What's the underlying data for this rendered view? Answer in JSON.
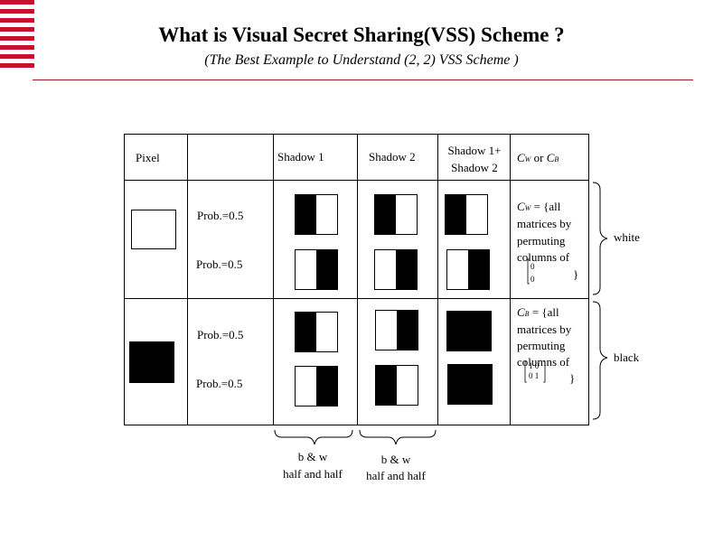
{
  "slide": {
    "title": "What is Visual Secret Sharing(VSS) Scheme ?",
    "subtitle": "(The Best Example to Understand (2, 2) VSS Scheme )",
    "accent_color": "#c8102e"
  },
  "table": {
    "headers": {
      "pixel": "Pixel",
      "shadow1": "Shadow 1",
      "shadow2": "Shadow 2",
      "sum_line1": "Shadow 1+",
      "sum_line2": "Shadow 2",
      "cw_c": "C",
      "cw_sub": "W",
      "or": " or ",
      "cb_c": "C",
      "cb_sub": "B"
    },
    "prob_labels": [
      "Prob.=0.5",
      "Prob.=0.5",
      "Prob.=0.5",
      "Prob.=0.5"
    ],
    "white_set": {
      "c": "C",
      "sub": "W",
      "lines": [
        " = {all",
        "matrices by",
        "permuting",
        "columns of"
      ],
      "matrix": [
        "0",
        "0"
      ],
      "close": "}"
    },
    "black_set": {
      "c": "C",
      "sub": "B",
      "lines": [
        " = {all",
        "matrices by",
        "permuting",
        "columns of"
      ],
      "matrix": [
        "1 0",
        "0 1"
      ],
      "close": "}"
    },
    "shares": [
      {
        "pixel": "white",
        "row": 1,
        "shadow1": "left",
        "shadow2": "left",
        "sum": "left"
      },
      {
        "pixel": "white",
        "row": 2,
        "shadow1": "right",
        "shadow2": "right",
        "sum": "right"
      },
      {
        "pixel": "black",
        "row": 1,
        "shadow1": "left",
        "shadow2": "right",
        "sum": "full"
      },
      {
        "pixel": "black",
        "row": 2,
        "shadow1": "right",
        "shadow2": "left",
        "sum": "full"
      }
    ]
  },
  "brace_labels": {
    "white": "white",
    "black": "black"
  },
  "bottom_notes": [
    {
      "line1": "b & w",
      "line2": "half and half"
    },
    {
      "line1": "b & w",
      "line2": "half and half"
    }
  ]
}
